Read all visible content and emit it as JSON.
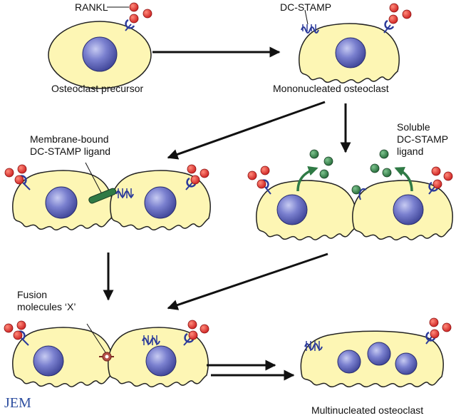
{
  "labels": {
    "rankl": "RANKL",
    "dc_stamp": "DC-STAMP",
    "precursor": "Osteoclast precursor",
    "mononucleated": "Mononucleated osteoclast",
    "membrane_bound_line1": "Membrane-bound",
    "membrane_bound_line2": "DC-STAMP ligand",
    "soluble_line1": "Soluble",
    "soluble_line2": "DC-STAMP",
    "soluble_line3": "ligand",
    "fusion_line1": "Fusion",
    "fusion_line2": "molecules ‘X’",
    "multinucleated": "Multinucleated osteoclast",
    "journal": "JEM"
  },
  "colors": {
    "cell_fill": "#fdf6b4",
    "cell_stroke": "#222222",
    "nucleus": "#5b62b8",
    "rankl_red": "#d42a2a",
    "receptor_blue": "#2b3a9a",
    "ligand_green": "#2f7a45",
    "fusion_brown": "#7a2a22",
    "journal_blue": "#2f4fa0"
  }
}
